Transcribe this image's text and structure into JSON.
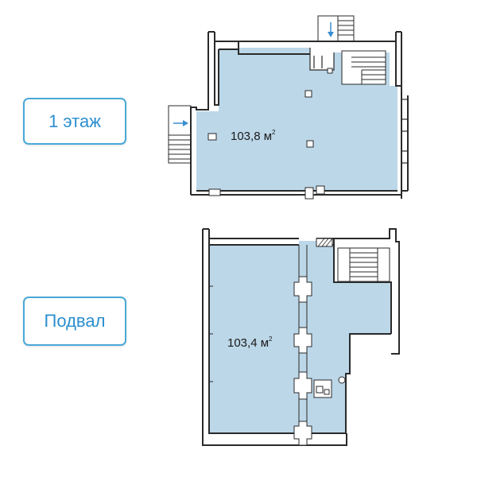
{
  "floor1": {
    "label": "1 этаж",
    "area": "103,8 м",
    "area_sup": "2"
  },
  "basement": {
    "label": "Подвал",
    "area": "103,4 м",
    "area_sup": "2"
  },
  "colors": {
    "room_fill": "#bcd7e8",
    "wall": "#2a2a2a",
    "label_border": "#4aa8d8",
    "label_text": "#2b8fd0",
    "arrow": "#3a8fd0"
  }
}
